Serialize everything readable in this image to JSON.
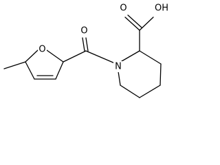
{
  "molecule": {
    "atoms": {
      "furan_oxygen": "O",
      "carbonyl_oxygen": "O",
      "piperidine_nitrogen": "N",
      "carboxylic_acid": "OH"
    }
  }
}
